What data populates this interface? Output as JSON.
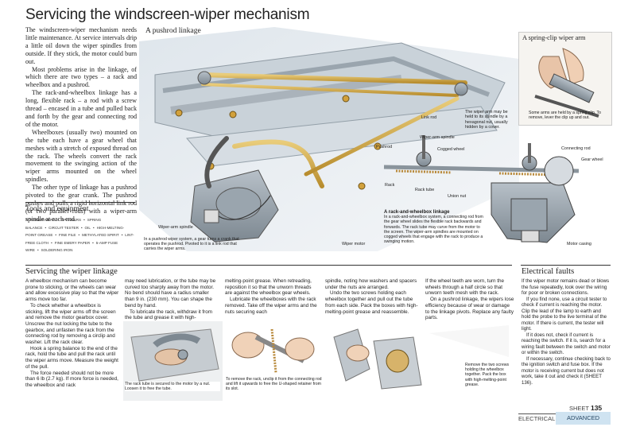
{
  "title": "Servicing the windscreen-wiper mechanism",
  "intro_paragraphs": [
    "The windscreen-wiper mechanism needs little maintenance. At service intervals drip a little oil down the wiper spindles from outside. If they stick, the motor could burn out.",
    "Most problems arise in the linkage, of which there are two types – a rack and wheelbox and a pushrod.",
    "The rack-and-wheelbox linkage has a long, flexible rack – a rod with a screw thread – encased in a tube and pulled back and forth by the gear and connecting rod of the motor.",
    "Wheelboxes (usually two) mounted on the tube each have a gear wheel that meshes with a stretch of exposed thread on the rack. The wheels convert the rack movement to the swinging action of the wiper arms mounted on the wheel spindles.",
    "The other type of linkage has a pushrod pivoted to the gear crank. The pushrod pushes and pulls a rigid horizontal link rod (or two parallel rods) with a wiper-arm spindle at each end."
  ],
  "tools": {
    "heading": "Tools and equipment",
    "items": [
      "Screwdrivers",
      "•",
      "Spanners",
      "•",
      "Spring balance",
      "•",
      "Circuit tester",
      "•",
      "Oil",
      "•",
      "High-melting-point grease",
      "•",
      "Fine file",
      "•",
      "Methylated spirit",
      "•",
      "Lint-free cloth",
      "•",
      "Fine emery paper",
      "•",
      "5-amp fuse wire",
      "•",
      "Soldering iron"
    ]
  },
  "pushrod": {
    "heading": "A pushrod linkage",
    "labels": {
      "link_rod": "Link rod",
      "pushrod": "Pushrod",
      "wiper_arm_spindle": "Wiper-arm spindle",
      "wiper_motor": "Wiper motor",
      "spindle_note": "The wiper arm may be held to its spindle by a hexagonal nut, usually hidden by a cover."
    },
    "caption": "In a pushrod wiper system, a gear turns a crank that operates the pushrod. Pivoted to it is a link rod that carries the wiper arms."
  },
  "spring_clip": {
    "heading": "A spring-clip wiper arm",
    "caption": "Some arms are held by a spring clip. To remove, lever the clip up and out."
  },
  "rack": {
    "labels": {
      "wiper_arm_spindle": "Wiper-arm spindle",
      "cogged_wheel": "Cogged wheel",
      "connecting_rod": "Connecting rod",
      "gear_wheel": "Gear wheel",
      "rack": "Rack",
      "rack_tube": "Rack tube",
      "union_nut": "Union nut",
      "motor_casing": "Motor casing"
    },
    "caption_heading": "A rack-and-wheelbox linkage",
    "caption": "In a rack-and-wheelbox system, a connecting rod from the gear wheel slides the flexible rack backwards and forwards. The rack tube may curve from the motor to the screen. The wiper-arm spindles are mounted on cogged wheels that engage with the rack to produce a swinging motion."
  },
  "servicing": {
    "heading": "Servicing the wiper linkage",
    "col1": [
      "A wheelbox mechanism can become prone to sticking, or the wheels can wear and allow excessive play so that the wiper arms move too far.",
      "To check whether a wheelbox is sticking, lift the wiper arms off the screen and remove the motor gearbox cover. Unscrew the nut locking the tube to the gearbox, and unfasten the rack from the connecting rod by removing a circlip and washer. Lift the rack clear.",
      "Hook a spring balance to the end of the rack, hold the tube and pull the rack until the wiper arms move. Measure the weight of the pull.",
      "The force needed should not be more than 6 lb (2.7 kg). If more force is needed, the wheelbox and rack"
    ],
    "col2": [
      "may need lubrication, or the tube may be curved too sharply away from the motor. No bend should have a radius smaller than 9 in. (230 mm). You can shape the bend by hand.",
      "To lubricate the rack, withdraw it from the tube and grease it with high-"
    ],
    "col3": [
      "melting-point grease. When retreading, reposition it so that the unworn threads are against the wheelbox gear wheels.",
      "Lubricate the wheelboxes with the rack removed. Take off the wiper arms and the nuts securing each"
    ],
    "col4": [
      "spindle, noting how washers and spacers under the nuts are arranged.",
      "Undo the two screws holding each wheelbox together and pull out the tube from each side. Pack the boxes with high-melting-point grease and reassemble."
    ],
    "col5": [
      "If the wheel teeth are worn, turn the wheels through a half circle so that unworn teeth mesh with the rack.",
      "On a pushrod linkage, the wipers lose efficiency because of wear or damage to the linkage pivots. Replace any faulty parts."
    ],
    "photo_captions": {
      "p1": "The rack tube is secured to the motor by a nut. Loosen it to free the tube.",
      "p2": "To remove the rack, unclip it from the connecting rod and lift it upwards to free the U-shaped retainer from its slot.",
      "p3": "Remove the two screws holding the wheelbox together. Pack the box with high-melting-point grease."
    }
  },
  "faults": {
    "heading": "Electrical faults",
    "paragraphs": [
      "If the wiper motor remains dead or blows the fuse repeatedly, look over the wiring for poor or broken connections.",
      "If you find none, use a circuit tester to check if current is reaching the motor. Clip the lead of the lamp to earth and hold the probe to the live terminal of the motor. If there is current, the tester will light.",
      "If it does not, check if current is reaching the switch. If it is, search for a wiring fault between the switch and motor or within the switch.",
      "If necessary, continue checking back to the ignition switch and fuse box. If the motor is receiving current but does not work, take it out and check it (SHEET 136)."
    ]
  },
  "footer": {
    "sheet_label": "SHEET",
    "sheet_number": "135",
    "tab_electrical": "ELECTRICAL",
    "tab_advanced": "ADVANCED"
  }
}
